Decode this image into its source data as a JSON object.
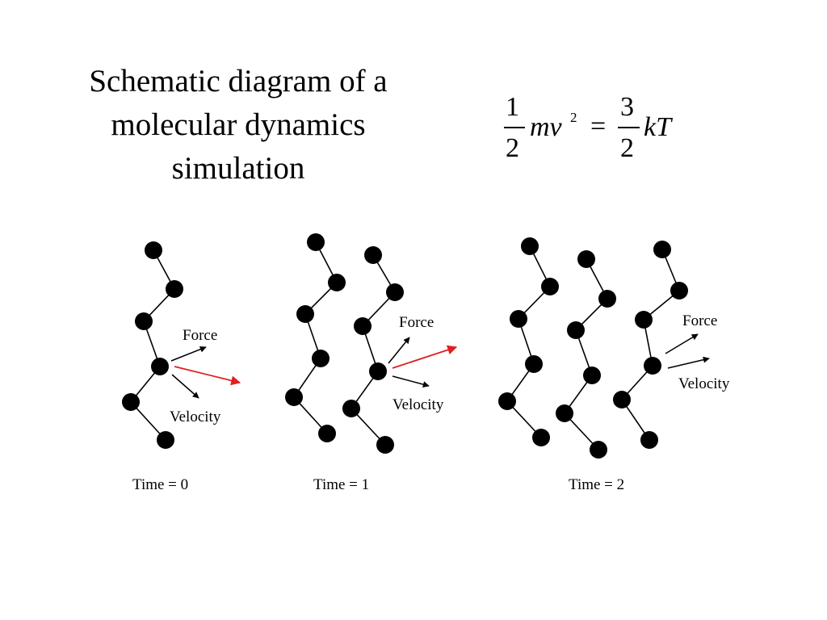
{
  "title_lines": [
    "Schematic diagram of a",
    "molecular dynamics",
    "simulation"
  ],
  "equation": {
    "lhs_numerator": "1",
    "lhs_denominator": "2",
    "lhs_body": "mv",
    "lhs_exponent": "2",
    "operator": "=",
    "rhs_numerator": "3",
    "rhs_denominator": "2",
    "rhs_body": "kT"
  },
  "panels": [
    {
      "time_label": "Time = 0",
      "force_label": "Force",
      "velocity_label": "Velocity"
    },
    {
      "time_label": "Time = 1",
      "force_label": "Force",
      "velocity_label": "Velocity"
    },
    {
      "time_label": "Time = 2",
      "force_label": "Force",
      "velocity_label": "Velocity"
    }
  ],
  "colors": {
    "atom": "#000000",
    "bond": "#000000",
    "arrow": "#000000",
    "net_motion_arrow": "#e02020"
  }
}
